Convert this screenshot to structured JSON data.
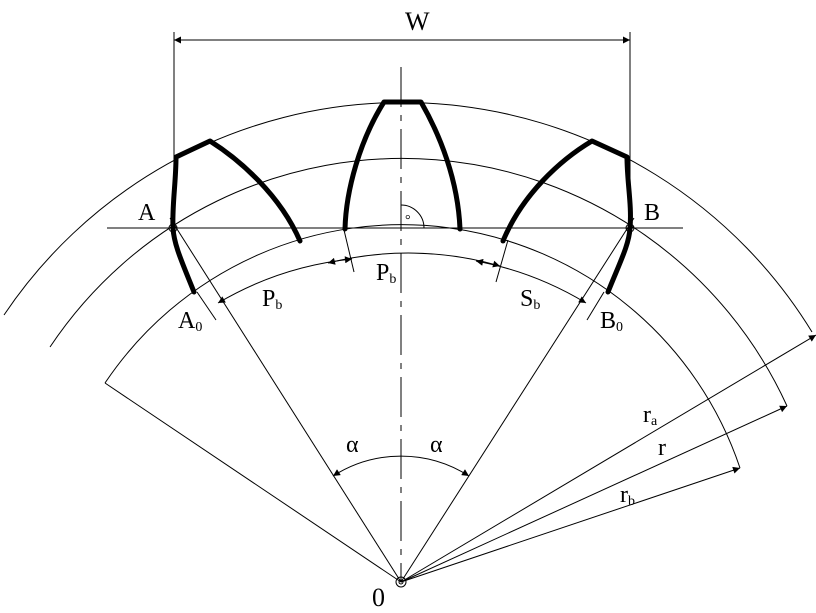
{
  "labels": {
    "w": "W",
    "a": "A",
    "b": "B",
    "a0": "A",
    "a0_sub": "0",
    "b0": "B",
    "b0_sub": "0",
    "pb_left": "P",
    "pb_left_sub": "b",
    "pb_center": "P",
    "pb_center_sub": "b",
    "sb": "S",
    "sb_sub": "b",
    "alpha_left": "α",
    "alpha_right": "α",
    "ra": "r",
    "ra_sub": "a",
    "r": "r",
    "rb": "r",
    "rb_sub": "b",
    "origin": "0",
    "right_angle": "°"
  },
  "colors": {
    "line": "#000000",
    "background": "#ffffff"
  }
}
